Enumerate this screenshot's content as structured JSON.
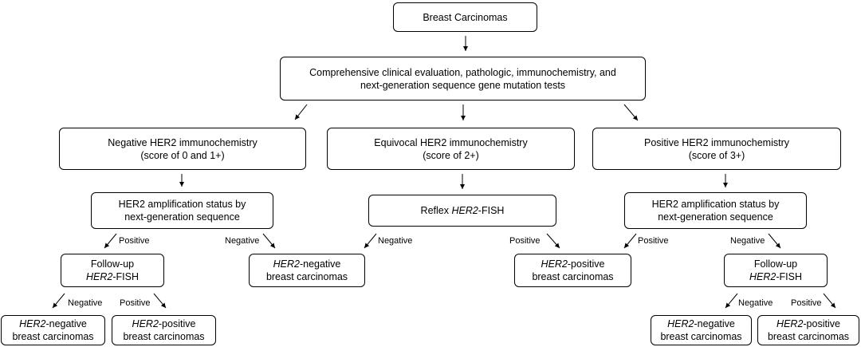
{
  "root": {
    "text": "Breast Carcinomas"
  },
  "evaluation": {
    "line1": "Comprehensive clinical evaluation, pathologic, immunochemistry, and",
    "line2": "next-generation sequence gene mutation tests"
  },
  "negative_ihc": {
    "line1": "Negative HER2 immunochemistry",
    "line2": "(score of 0 and 1+)"
  },
  "equivocal_ihc": {
    "line1": "Equivocal HER2 immunochemistry",
    "line2": "(score of 2+)"
  },
  "positive_ihc": {
    "line1": "Positive HER2 immunochemistry",
    "line2": "(score of 3+)"
  },
  "ngs_left": {
    "line1": "HER2 amplification status by",
    "line2": "next-generation sequence"
  },
  "ngs_right": {
    "line1": "HER2 amplification status by",
    "line2": "next-generation sequence"
  },
  "reflex_fish": {
    "italic": "HER2",
    "rest": "-FISH",
    "prefix": "Reflex "
  },
  "followup_left": {
    "line1": "Follow-up",
    "italic": "HER2",
    "rest": "-FISH"
  },
  "followup_right": {
    "line1": "Follow-up",
    "italic": "HER2",
    "rest": "-FISH"
  },
  "outcomes": {
    "neg_mid": {
      "italic": "HER2",
      "rest": "-negative",
      "line2": "breast carcinomas"
    },
    "pos_mid": {
      "italic": "HER2",
      "rest": "-positive",
      "line2": "breast carcinomas"
    },
    "neg_ll": {
      "italic": "HER2",
      "rest": "-negative",
      "line2": "breast carcinomas"
    },
    "pos_ll": {
      "italic": "HER2",
      "rest": "-positive",
      "line2": "breast carcinomas"
    },
    "neg_rr": {
      "italic": "HER2",
      "rest": "-negative",
      "line2": "breast carcinomas"
    },
    "pos_rr": {
      "italic": "HER2",
      "rest": "-positive",
      "line2": "breast carcinomas"
    }
  },
  "edge_labels": {
    "positive": "Positive",
    "negative": "Negative"
  }
}
